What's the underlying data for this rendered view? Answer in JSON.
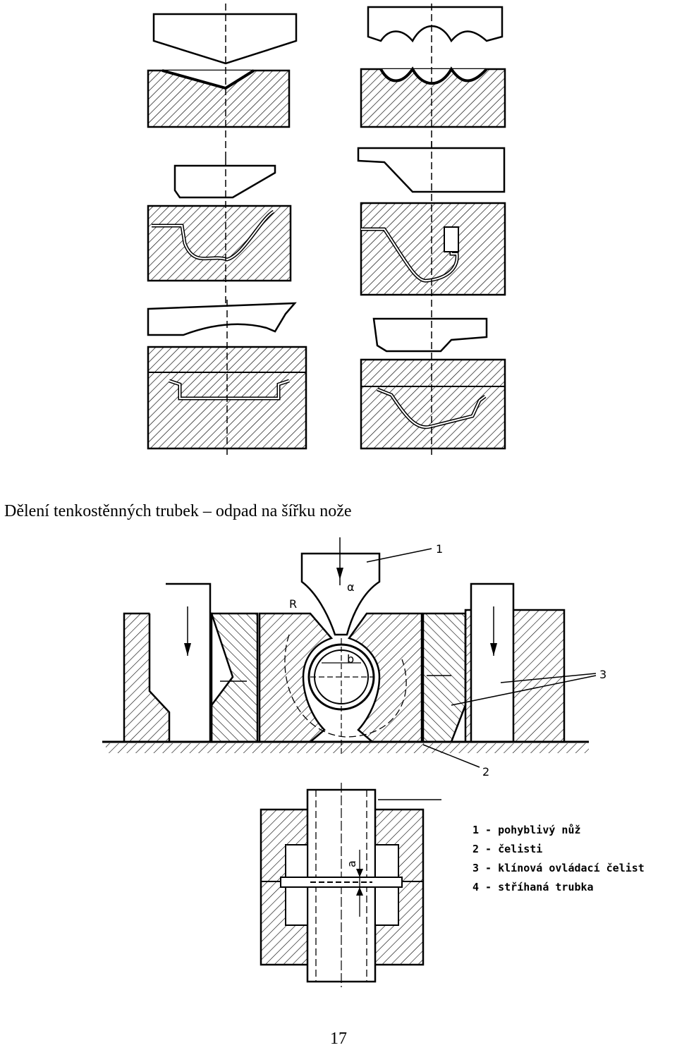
{
  "caption": "Dělení tenkostěnných trubek – odpad na šířku nože",
  "callouts": {
    "c1": "1",
    "c2": "2",
    "c3": "3"
  },
  "dimension_labels": {
    "alpha": "α",
    "radius": "R",
    "b": "b",
    "a": "a"
  },
  "legend": [
    {
      "text": "1 - pohyblivý nůž"
    },
    {
      "text": "2 - čelisti"
    },
    {
      "text": "3 - klínová ovládací čelist"
    },
    {
      "text": "4 - stříhaná trubka"
    }
  ],
  "page_number": "17"
}
